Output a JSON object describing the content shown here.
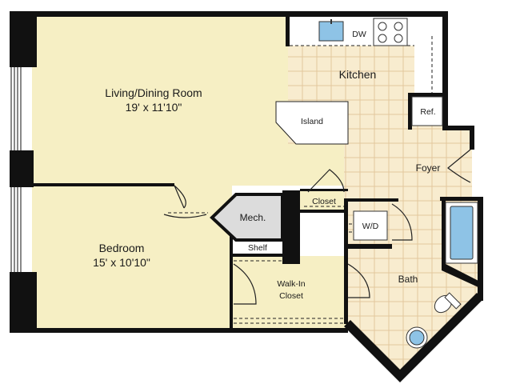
{
  "colors": {
    "floor": "#f6efc4",
    "tile_floor": "#f8eccf",
    "tile_lines": "#e2c79c",
    "wall": "#111111",
    "mech_room": "#dcdcdc",
    "fixture_blue": "#8ec3e6"
  },
  "rooms": {
    "living_dining": {
      "name": "Living/Dining Room",
      "size": "19' x 11'10\""
    },
    "bedroom": {
      "name": "Bedroom",
      "size": "15' x 10'10\""
    },
    "kitchen": {
      "name": "Kitchen"
    },
    "island": {
      "name": "Island"
    },
    "refrigerator": {
      "name": "Ref."
    },
    "dishwasher": {
      "name": "DW"
    },
    "foyer": {
      "name": "Foyer"
    },
    "closet": {
      "name": "Closet"
    },
    "mech": {
      "name": "Mech."
    },
    "washer_dryer": {
      "name": "W/D"
    },
    "shelf": {
      "name": "Shelf"
    },
    "walk_in_closet": {
      "name_line1": "Walk-In",
      "name_line2": "Closet"
    },
    "bath": {
      "name": "Bath"
    }
  }
}
